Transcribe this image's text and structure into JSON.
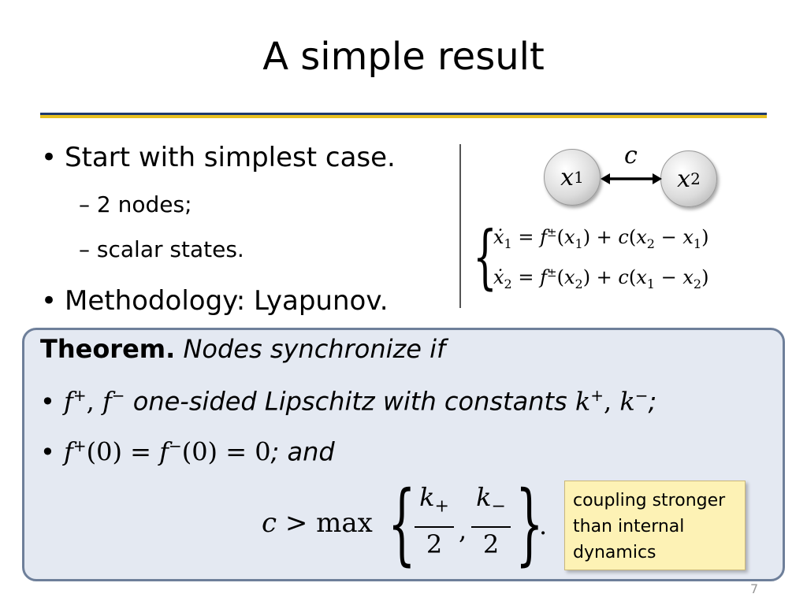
{
  "slide": {
    "title": "A simple result",
    "page_number": "7"
  },
  "bullets": {
    "b1": "Start with simplest case.",
    "b1_sub1": "2 nodes;",
    "b1_sub2": "scalar states.",
    "b2": "Methodology: Lyapunov."
  },
  "graph": {
    "coupling_label": "c",
    "node1": "x",
    "node1_sub": "1",
    "node2": "x",
    "node2_sub": "2"
  },
  "equations": {
    "eq1": "ẋ₁ = f^±(x₁) + c(x₂ − x₁)",
    "eq2": "ẋ₂ = f^±(x₂) + c(x₁ − x₂)"
  },
  "theorem": {
    "label": "Theorem.",
    "statement": "Nodes synchronize if",
    "cond1_text": "one-sided Lipschitz with constants",
    "cond2_text": "; and",
    "inequality": "c > max { k₊/2 , k₋/2 } ."
  },
  "callout": {
    "text": "coupling stronger than internal dynamics"
  }
}
